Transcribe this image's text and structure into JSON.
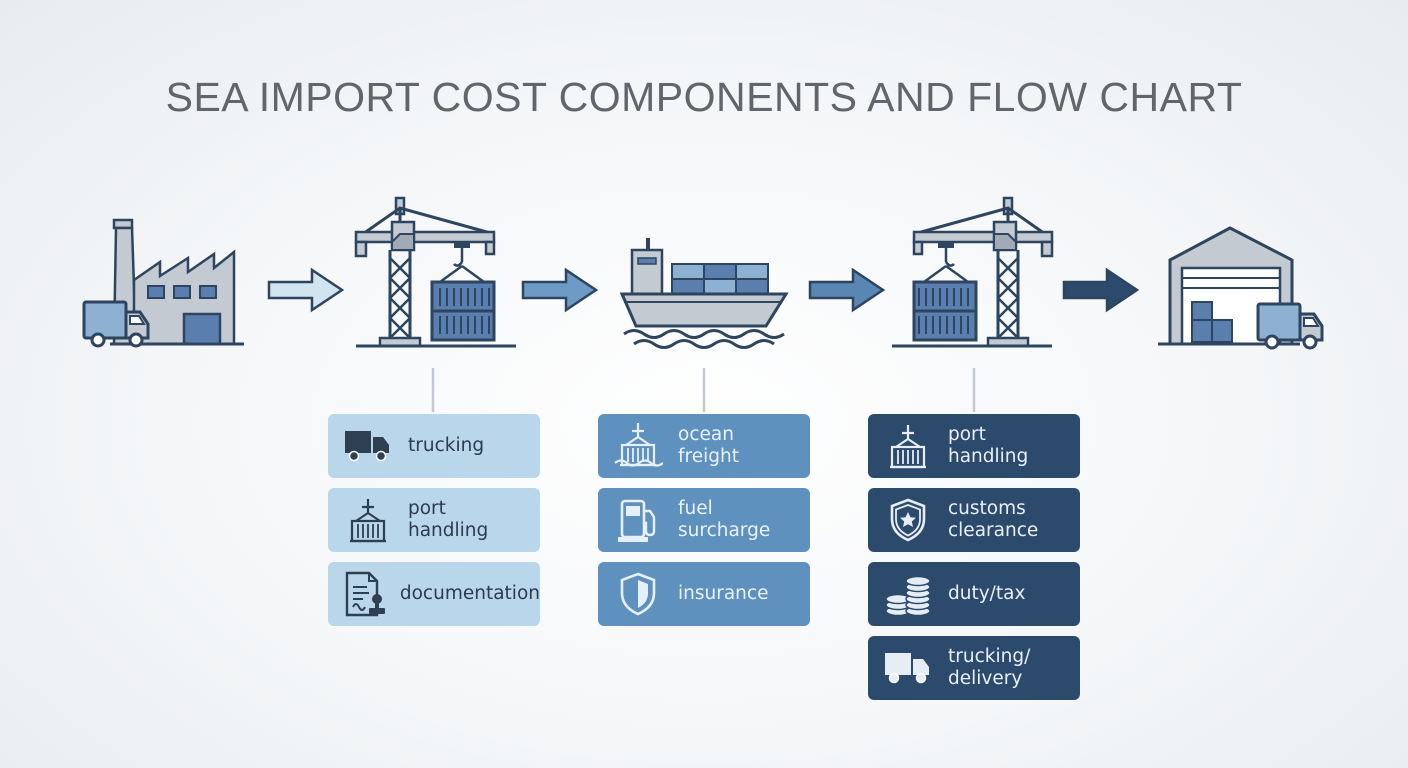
{
  "title": "SEA IMPORT COST COMPONENTS AND FLOW CHART",
  "colors": {
    "light_card": "#b9d6ea",
    "mid_card": "#5e91be",
    "dark_card": "#2c4a6c",
    "icon_stroke": "#2e4560",
    "icon_fill": "#c3cad2"
  },
  "stages": [
    {
      "icon": "factory-with-truck-icon"
    },
    {
      "icon": "origin-port-crane-icon"
    },
    {
      "icon": "container-ship-icon"
    },
    {
      "icon": "destination-port-crane-icon"
    },
    {
      "icon": "warehouse-with-truck-icon"
    }
  ],
  "origin_costs": [
    {
      "icon": "truck-icon",
      "label": "trucking"
    },
    {
      "icon": "crane-container-icon",
      "label": "port\nhandling"
    },
    {
      "icon": "document-stamp-icon",
      "label": "documentation"
    }
  ],
  "freight_costs": [
    {
      "icon": "container-on-waves-icon",
      "label": "ocean\nfreight"
    },
    {
      "icon": "fuel-pump-icon",
      "label": "fuel\nsurcharge"
    },
    {
      "icon": "shield-icon",
      "label": "insurance"
    }
  ],
  "destination_costs": [
    {
      "icon": "crane-container-icon",
      "label": "port\nhandling"
    },
    {
      "icon": "badge-star-icon",
      "label": "customs\nclearance"
    },
    {
      "icon": "coin-stack-icon",
      "label": "duty/tax"
    },
    {
      "icon": "truck-icon",
      "label": "trucking/\ndelivery"
    }
  ]
}
